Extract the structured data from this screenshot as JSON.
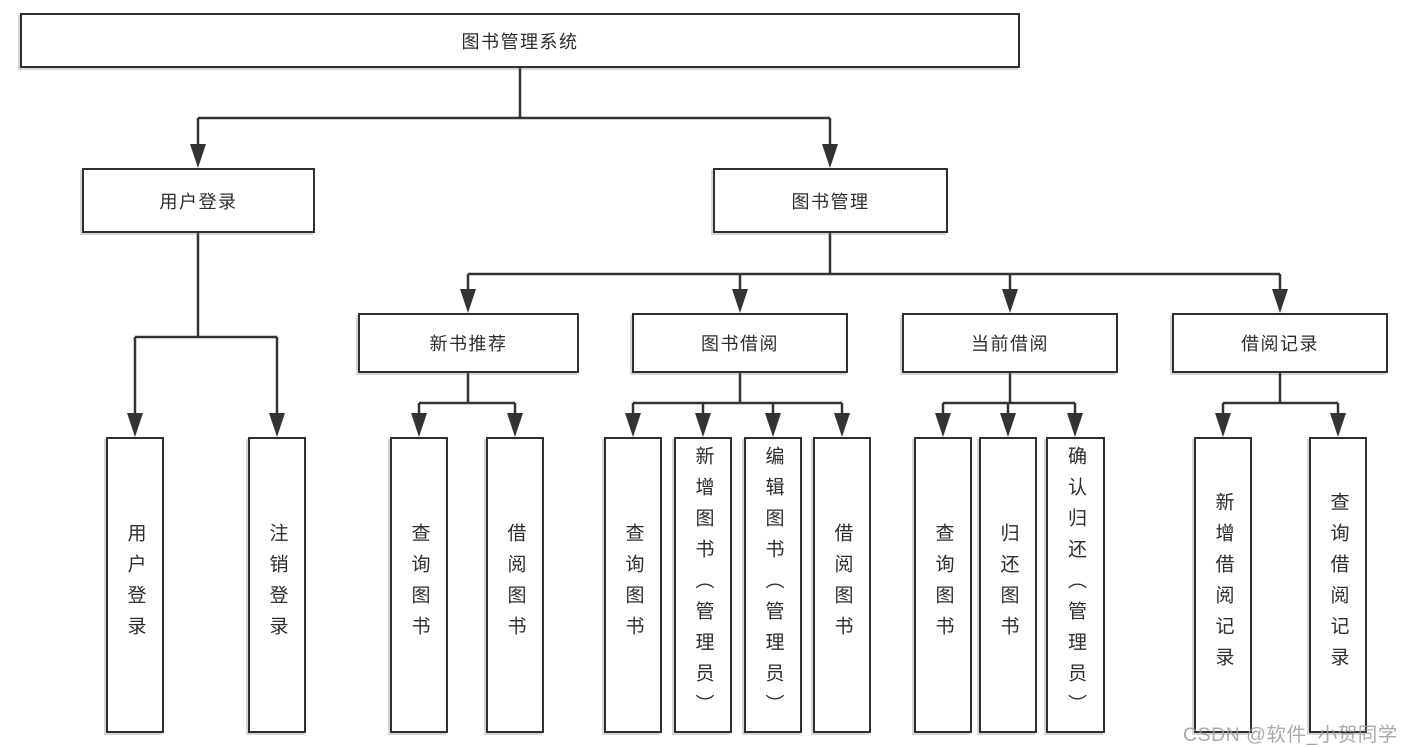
{
  "nodes": {
    "root": "图书管理系统",
    "level2": [
      "用户登录",
      "图书管理"
    ],
    "level3": [
      "新书推荐",
      "图书借阅",
      "当前借阅",
      "借阅记录"
    ],
    "leaves": {
      "login": [
        "用户登录",
        "注销登录"
      ],
      "recommend": [
        "查询图书",
        "借阅图书"
      ],
      "borrow": [
        "查询图书",
        "新增图书（管理员）",
        "编辑图书（管理员）",
        "借阅图书"
      ],
      "current": [
        "查询图书",
        "归还图书",
        "确认归还（管理员）"
      ],
      "records": [
        "新增借阅记录",
        "查询借阅记录"
      ]
    }
  },
  "watermark": "CSDN @软件_小贺同学",
  "colors": {
    "line": "#333333",
    "border": "#2f2f2f",
    "text": "#2d2d2d",
    "watermark": "#9c9c9c",
    "background": "#ffffff"
  }
}
